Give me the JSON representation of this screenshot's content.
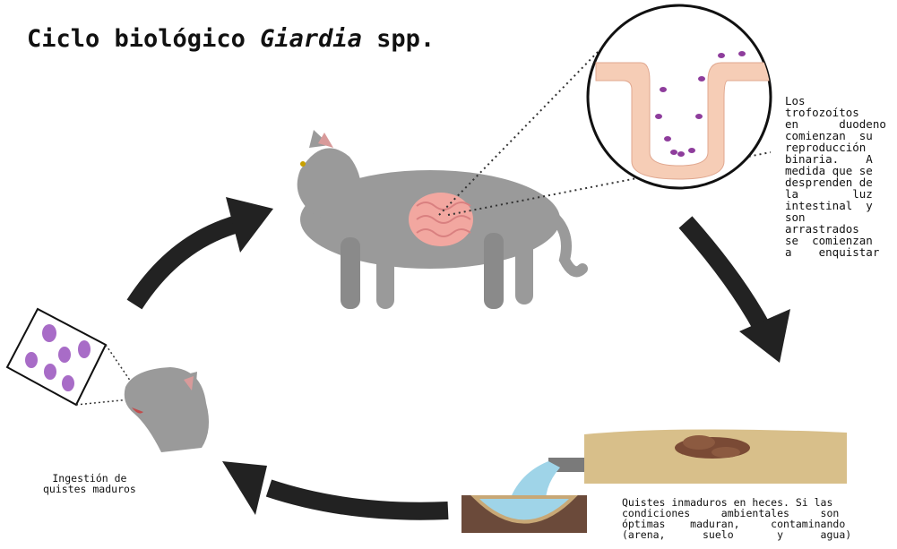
{
  "title": {
    "prefix": "Ciclo biológico ",
    "genus": "Giardia",
    "suffix": " spp."
  },
  "notes": {
    "trofozoitos": "Los\ntrofozoítos\nen      duodeno\ncomienzan  su\nreproducción\nbinaria.    A\nmedida que se\ndesprenden de\nla        luz\nintestinal  y\nson\narrastrados\nse  comienzan\na    enquistar",
    "quistes": "Quistes inmaduros en heces. Si las\ncondiciones     ambientales     son\nóptimas    maduran,     contaminando\n(arena,      suelo       y      agua)",
    "ingestion": "Ingestión de\nquistes maduros"
  },
  "colors": {
    "cat_fur": "#9a9a9a",
    "cat_ear_inner": "#d89a9a",
    "intestine": "#f2a7a0",
    "intestine_tissue": "#f6cdb6",
    "trophozoite": "#8e3d9c",
    "cyst": "#a86cc7",
    "arrow": "#222222",
    "soil": "#d8bf8a",
    "feces": "#7a4a35",
    "water": "#9fd4e8",
    "ground": "#6b4a3a"
  },
  "icons": [
    "cat-icon",
    "intestine-icon",
    "villus-icon",
    "trophozoite-icon",
    "cyst-icon",
    "feces-icon",
    "water-icon",
    "cycle-arrow-icon"
  ]
}
